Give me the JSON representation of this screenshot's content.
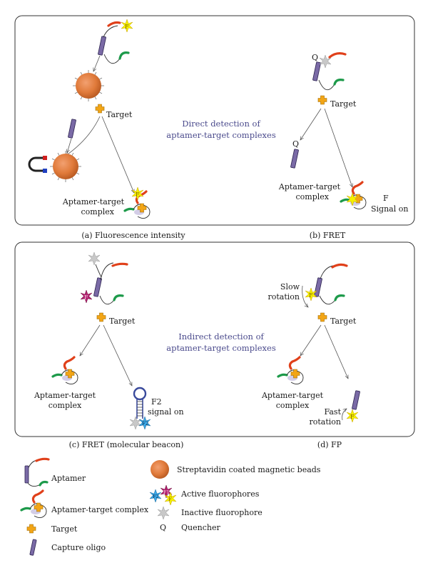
{
  "panel_top": {
    "middle_text": [
      "Direct detection of",
      "aptamer-target complexes"
    ],
    "a": {
      "target_label": "Target",
      "complex_label": [
        "Aptamer-target",
        "complex"
      ],
      "fluor_label": "F",
      "caption": "(a) Fluorescence intensity"
    },
    "b": {
      "quencher_label": "Q",
      "quencher_label2": "Q",
      "target_label": "Target",
      "complex_label": [
        "Aptamer-target",
        "complex"
      ],
      "fluor_label": "F",
      "signal_label": [
        "F",
        "Signal on"
      ],
      "caption": "(b) FRET"
    }
  },
  "panel_bottom": {
    "middle_text": [
      "Indirect detection of",
      "aptamer-target complexes"
    ],
    "c": {
      "fluor_label": "F",
      "target_label": "Target",
      "complex_label": [
        "Aptamer-target",
        "complex"
      ],
      "signal_label": [
        "F2",
        "signal on"
      ],
      "beacon_f2": "F2",
      "caption": "(c) FRET (molecular beacon)"
    },
    "d": {
      "slow_label": [
        "Slow",
        "rotation"
      ],
      "fluor_label": "F",
      "target_label": "Target",
      "complex_label": [
        "Aptamer-target",
        "complex"
      ],
      "fast_label": [
        "Fast",
        "rotation"
      ],
      "caption": "(d) FP"
    }
  },
  "legend": {
    "aptamer": "Aptamer",
    "complex": "Aptamer-target complex",
    "target": "Target",
    "capture_oligo": "Capture oligo",
    "beads": "Streptavidin coated magnetic beads",
    "active": "Active fluorophores",
    "active_glyphs": [
      "F2",
      "F1",
      "F"
    ],
    "inactive": "Inactive fluorophore",
    "quencher_symbol": "Q",
    "quencher": "Quencher"
  },
  "colors": {
    "aptamer_red": "#e0401a",
    "aptamer_green": "#1d9a4a",
    "oligo_purple": "#7a6aa6",
    "bead_orange": "#e07a3a",
    "target_yellow": "#f2a516",
    "fluor_yellow": "#f4f000",
    "fluor_magenta": "#b0206e",
    "fluor_blue": "#3aa8e8",
    "inactive_gray": "#c8c8c8",
    "middle_text": "#4a4a8c"
  }
}
